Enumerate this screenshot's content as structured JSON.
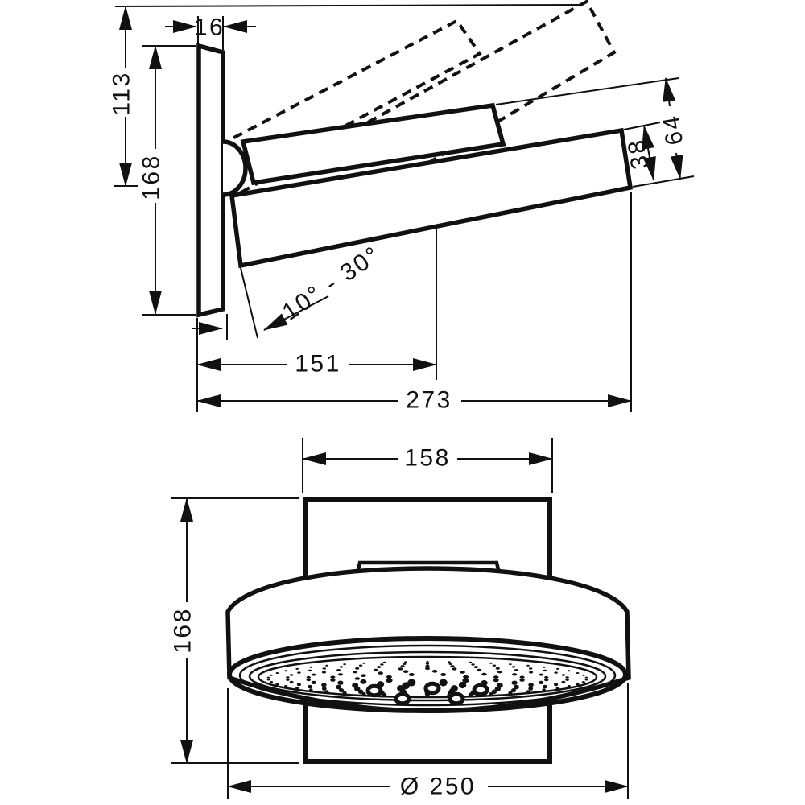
{
  "drawing_title": "wall-mounted shower head dimensional drawing",
  "colors": {
    "ink": "#111111",
    "paper": "#ffffff"
  },
  "side_view": {
    "dims": {
      "plate_thickness": "16",
      "top_to_pivot": "113",
      "plate_height": "168",
      "head_thickness": "38",
      "tip_height": "64",
      "tilt_range": "10° - 30°",
      "wall_to_spray_center": "151",
      "wall_to_tip": "273"
    }
  },
  "front_view": {
    "dims": {
      "bracket_width": "158",
      "bracket_height": "168",
      "head_diameter": "Ø 250"
    }
  }
}
